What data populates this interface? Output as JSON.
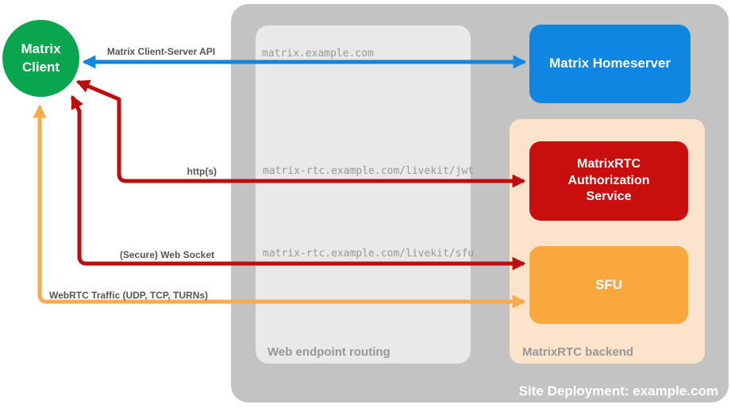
{
  "diagram": {
    "site_label": "Site Deployment: example.com",
    "nodes": {
      "client": "Matrix Client",
      "homeserver": "Matrix Homeserver",
      "auth_service": "MatrixRTC Authorization Service",
      "sfu": "SFU"
    },
    "containers": {
      "routing": "Web endpoint routing",
      "backend": "MatrixRTC backend"
    },
    "connections": [
      {
        "from": "Matrix Client",
        "to": "Matrix Homeserver",
        "label": "Matrix Client-Server API",
        "route": "matrix.example.com",
        "color": "#0E86E2"
      },
      {
        "from": "Matrix Client",
        "to": "MatrixRTC Authorization Service",
        "label": "http(s)",
        "route": "matrix-rtc.example.com/livekit/jwt",
        "color": "#C00C0C"
      },
      {
        "from": "Matrix Client",
        "to": "SFU",
        "label": "(Secure) Web Socket",
        "route": "matrix-rtc.example.com/livekit/sfu",
        "color": "#C00C0C"
      },
      {
        "from": "Matrix Client",
        "to": "SFU",
        "label": "WebRTC Traffic (UDP, TCP, TURNs)",
        "route": "",
        "color": "#F9AA4B"
      }
    ],
    "colors": {
      "client_green": "#0AA64F",
      "homeserver_blue": "#0E86E2",
      "auth_red": "#C90F0E",
      "sfu_orange": "#FAA83E",
      "backend_peach": "#FCE4CC",
      "routing_gray": "#E9E9E9",
      "deployment_gray": "#C3C3C3",
      "arrow_red": "#C00C0C",
      "arrow_orange": "#F9AA4B",
      "arrow_blue": "#0E86E2"
    }
  }
}
